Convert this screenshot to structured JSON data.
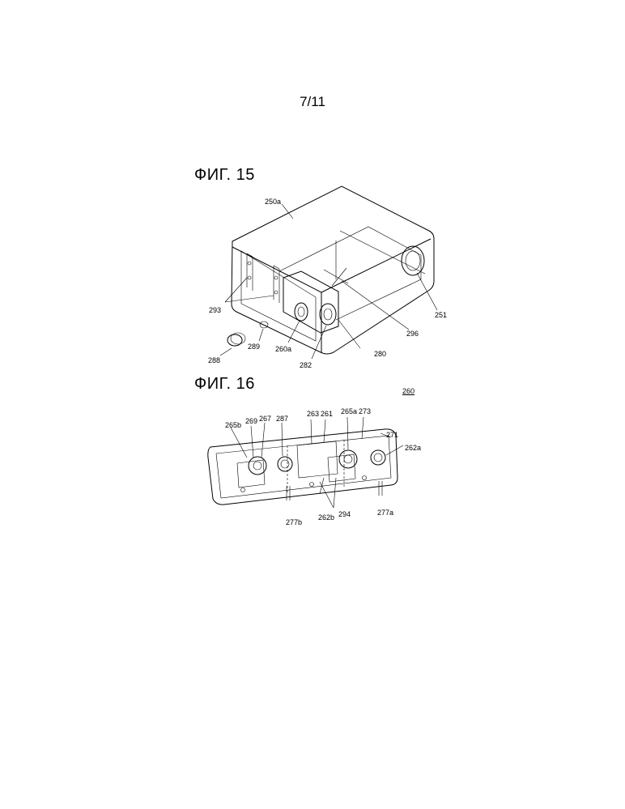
{
  "page": {
    "number": "7/11"
  },
  "figures": [
    {
      "title": "ФИГ. 15",
      "labels": {
        "l250a": "250a",
        "l293": "293",
        "l288": "288",
        "l289": "289",
        "l260a": "260a",
        "l282": "282",
        "l280": "280",
        "l296": "296",
        "l251": "251"
      }
    },
    {
      "title": "ФИГ. 16",
      "labels": {
        "l260": "260",
        "l265b": "265b",
        "l269": "269",
        "l267": "267",
        "l287": "287",
        "l263": "263",
        "l261": "261",
        "l265a": "265a",
        "l273": "273",
        "l271": "271",
        "l262a": "262a",
        "l277b": "277b",
        "l262b": "262b",
        "l294": "294",
        "l277a": "277a"
      }
    }
  ]
}
